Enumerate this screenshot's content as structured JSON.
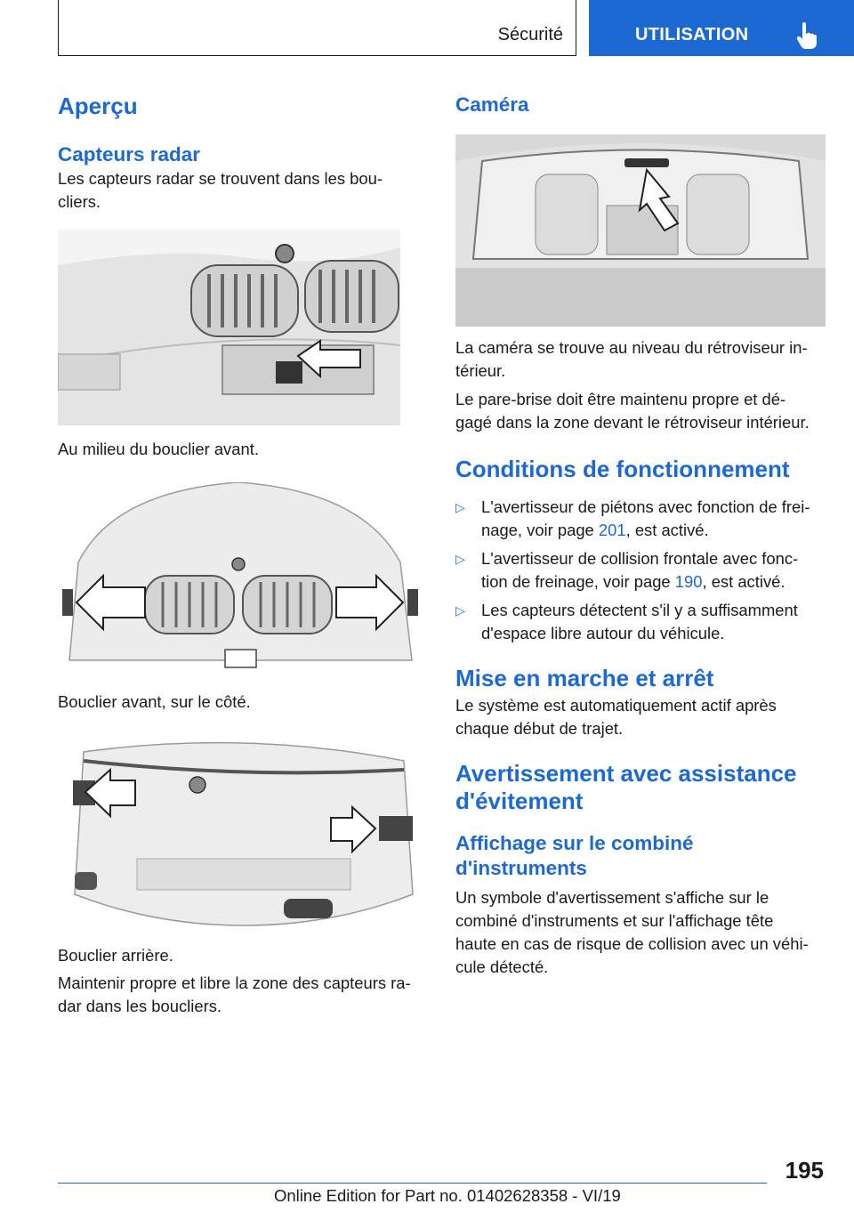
{
  "header": {
    "section": "Sécurité",
    "tab_label": "UTILISATION"
  },
  "left": {
    "title": "Aperçu",
    "radar_heading": "Capteurs radar",
    "radar_text": "Les capteurs radar se trouvent dans les bou-\nc­liers.",
    "caption_front_center": "Au milieu du bouclier avant.",
    "caption_front_side": "Bouclier avant, sur le côté.",
    "caption_rear": "Bouclier arrière.",
    "maintain_text": "Maintenir propre et libre la zone des capteurs ra-\ndar dans les boucliers."
  },
  "right": {
    "camera_heading": "Caméra",
    "camera_text1": "La caméra se trouve au niveau du rétroviseur in-\ntérieur.",
    "camera_text2": "Le pare-brise doit être maintenu propre et dé-\ngagé dans la zone devant le rétroviseur intérieur.",
    "conditions_heading": "Conditions de fonctionnement",
    "bullets": [
      {
        "pre": "L'avertisseur de piétons avec fonction de frei-\nnage, voir page ",
        "link": "201",
        "post": ", est activé."
      },
      {
        "pre": "L'avertisseur de collision frontale avec fonc-\ntion de freinage, voir page ",
        "link": "190",
        "post": ", est activé."
      },
      {
        "pre": "Les capteurs détectent s'il y a suffisamment\nd'espace libre autour du véhicule.",
        "link": "",
        "post": ""
      }
    ],
    "onoff_heading": "Mise en marche et arrêt",
    "onoff_text": "Le système est automatiquement actif après\nchaque début de trajet.",
    "warning_heading": "Avertissement avec assistance\nd'évitement",
    "display_heading": "Affichage sur le combiné\nd'instruments",
    "display_text": "Un symbole d'avertissement s'affiche sur le\ncombiné d'instruments et sur l'affichage tête\nhaute en cas de risque de collision avec un véhi-\ncule détecté."
  },
  "footer": {
    "page_number": "195",
    "edition": "Online Edition for Part no. 01402628358 - VI/19"
  },
  "colors": {
    "accent": "#1c69d4",
    "text": "#1a1a1a"
  }
}
